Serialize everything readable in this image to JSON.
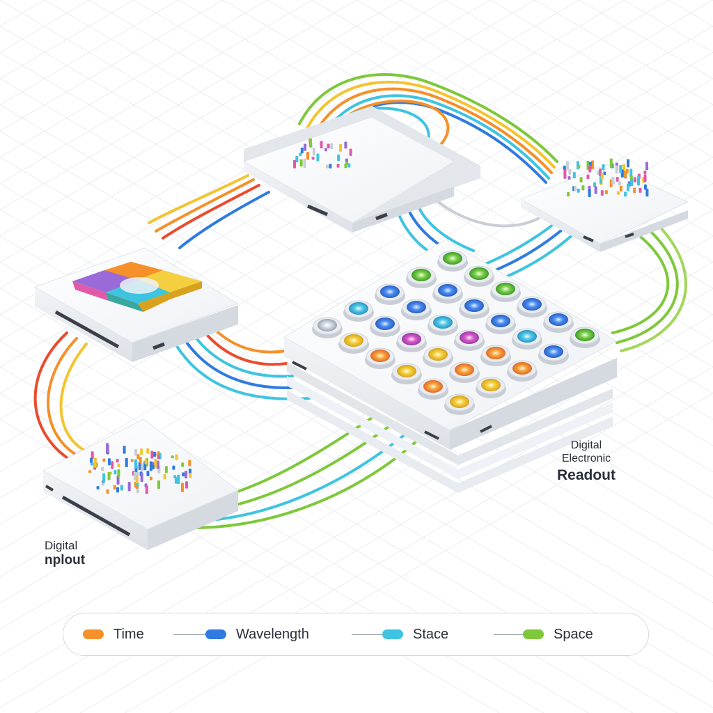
{
  "labels": {
    "readout_line1": "Digital",
    "readout_line2": "Electronic",
    "readout_line3": "Readout",
    "input_line1": "Digital",
    "input_line2": "nplout"
  },
  "legend": {
    "items": [
      {
        "label": "Time",
        "color": "#f5902a"
      },
      {
        "label": "Wavelength",
        "color": "#2f7be0"
      },
      {
        "label": "Stace",
        "color": "#3ec4e0"
      },
      {
        "label": "Space",
        "color": "#7ec83a"
      }
    ]
  },
  "palette": {
    "orange": "#f5902a",
    "red": "#ea4b2d",
    "yellow": "#f4c430",
    "blue": "#2f7be0",
    "cyan": "#3ec4e0",
    "green": "#7ec83a",
    "grey": "#c9ced6"
  }
}
